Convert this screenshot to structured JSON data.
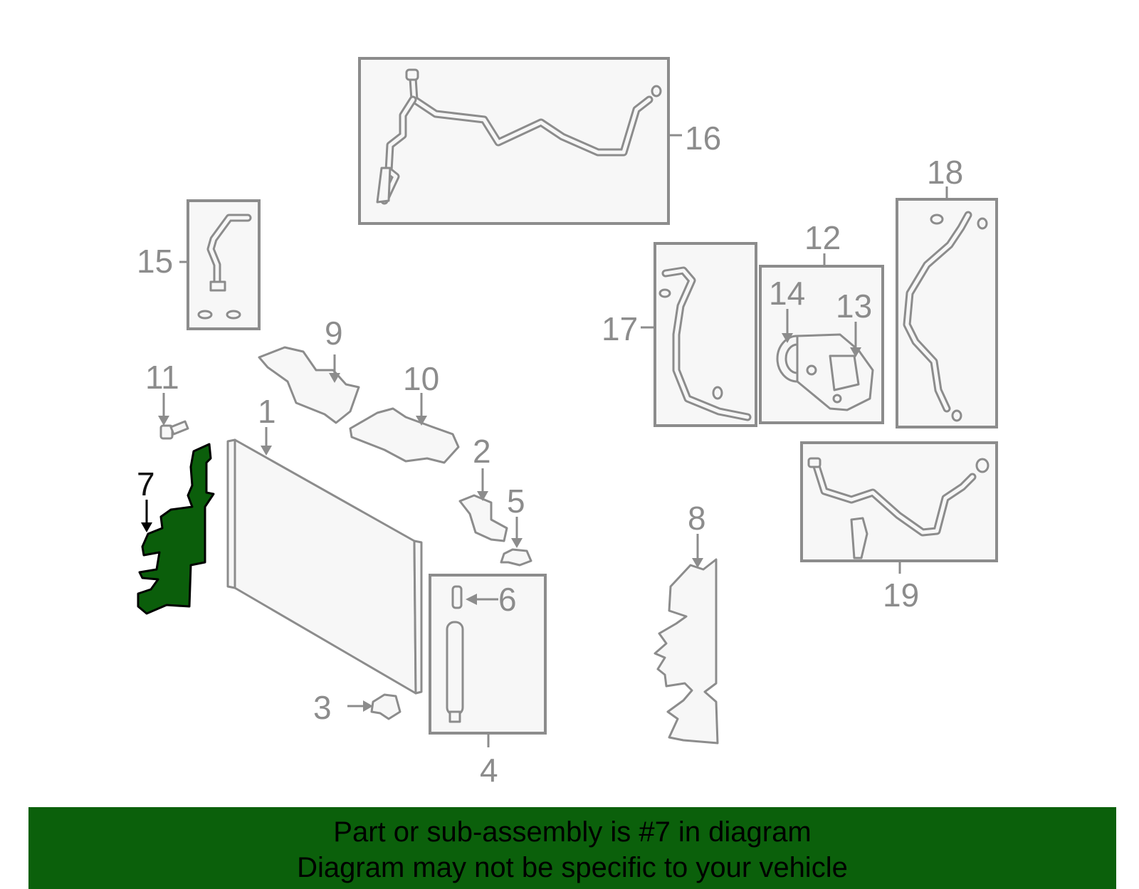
{
  "diagram": {
    "highlight_color": "#0b5e0b",
    "line_color": "#8c8c8c",
    "callouts": [
      "1",
      "2",
      "3",
      "4",
      "5",
      "6",
      "7",
      "8",
      "9",
      "10",
      "11",
      "12",
      "13",
      "14",
      "15",
      "16",
      "17",
      "18",
      "19"
    ],
    "highlighted_callout": "7"
  },
  "banner": {
    "line1": "Part or sub-assembly is #7 in diagram",
    "line2": "Diagram may not be specific to your vehicle",
    "background": "#0b600b"
  }
}
